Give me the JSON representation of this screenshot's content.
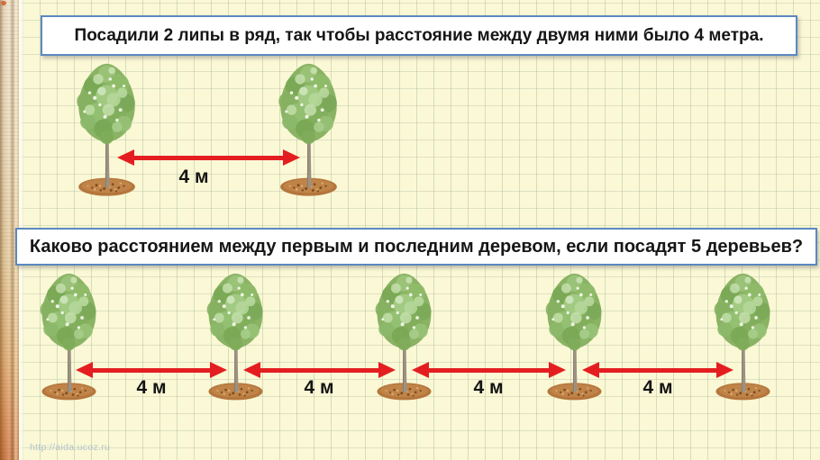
{
  "page": {
    "watermark": "http://aida.ucoz.ru",
    "background_color": "#FAF8D5",
    "grid_color": "#9CB092",
    "box_border_color": "#5C88BF",
    "arrow_color": "#E41E20"
  },
  "problem1": {
    "statement": "Посадили 2 липы в ряд, так чтобы расстояние между двумя ними было 4 метра.",
    "tree_count": 2,
    "distance_labels": [
      "4 м"
    ]
  },
  "problem2": {
    "statement": "Каково расстоянием между первым и последним деревом, если посадят 5 деревьев?",
    "tree_count": 5,
    "distance_labels": [
      "4 м",
      "4 м",
      "4 м",
      "4 м"
    ]
  }
}
